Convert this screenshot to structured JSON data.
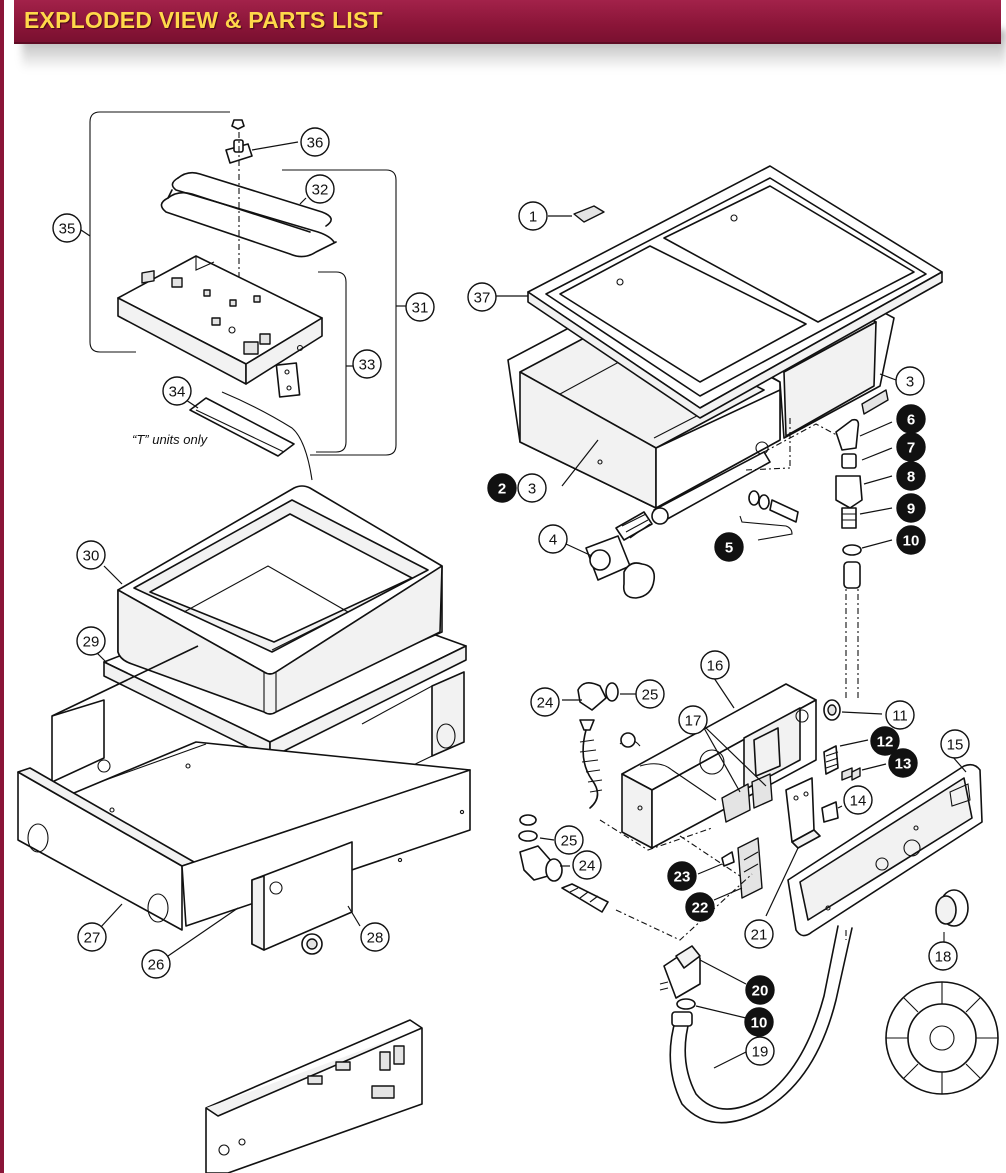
{
  "header": {
    "title": "EXPLODED VIEW & PARTS LIST"
  },
  "colors": {
    "header_bg": "#8a1538",
    "header_text": "#ffd84a",
    "line": "#111111"
  },
  "note_t_units": "“T” units only",
  "callouts": [
    {
      "id": "c1",
      "label": "1",
      "style": "open"
    },
    {
      "id": "c2",
      "label": "2",
      "style": "filled"
    },
    {
      "id": "c3a",
      "label": "3",
      "style": "open"
    },
    {
      "id": "c3b",
      "label": "3",
      "style": "open"
    },
    {
      "id": "c4",
      "label": "4",
      "style": "open"
    },
    {
      "id": "c5",
      "label": "5",
      "style": "filled"
    },
    {
      "id": "c6",
      "label": "6",
      "style": "filled"
    },
    {
      "id": "c7",
      "label": "7",
      "style": "filled"
    },
    {
      "id": "c8",
      "label": "8",
      "style": "filled"
    },
    {
      "id": "c9",
      "label": "9",
      "style": "filled"
    },
    {
      "id": "c10a",
      "label": "10",
      "style": "filled"
    },
    {
      "id": "c10b",
      "label": "10",
      "style": "filled"
    },
    {
      "id": "c11",
      "label": "11",
      "style": "open"
    },
    {
      "id": "c12",
      "label": "12",
      "style": "filled"
    },
    {
      "id": "c13",
      "label": "13",
      "style": "filled"
    },
    {
      "id": "c14",
      "label": "14",
      "style": "open"
    },
    {
      "id": "c15",
      "label": "15",
      "style": "open"
    },
    {
      "id": "c16",
      "label": "16",
      "style": "open"
    },
    {
      "id": "c17",
      "label": "17",
      "style": "open"
    },
    {
      "id": "c18",
      "label": "18",
      "style": "open"
    },
    {
      "id": "c19",
      "label": "19",
      "style": "open"
    },
    {
      "id": "c20",
      "label": "20",
      "style": "filled"
    },
    {
      "id": "c21",
      "label": "21",
      "style": "open"
    },
    {
      "id": "c22",
      "label": "22",
      "style": "filled"
    },
    {
      "id": "c23",
      "label": "23",
      "style": "filled"
    },
    {
      "id": "c24a",
      "label": "24",
      "style": "open"
    },
    {
      "id": "c24b",
      "label": "24",
      "style": "open"
    },
    {
      "id": "c25a",
      "label": "25",
      "style": "open"
    },
    {
      "id": "c25b",
      "label": "25",
      "style": "open"
    },
    {
      "id": "c26",
      "label": "26",
      "style": "open"
    },
    {
      "id": "c27",
      "label": "27",
      "style": "open"
    },
    {
      "id": "c28",
      "label": "28",
      "style": "open"
    },
    {
      "id": "c29",
      "label": "29",
      "style": "open"
    },
    {
      "id": "c30",
      "label": "30",
      "style": "open"
    },
    {
      "id": "c31",
      "label": "31",
      "style": "open"
    },
    {
      "id": "c32",
      "label": "32",
      "style": "open"
    },
    {
      "id": "c33",
      "label": "33",
      "style": "open"
    },
    {
      "id": "c34",
      "label": "34",
      "style": "open"
    },
    {
      "id": "c35",
      "label": "35",
      "style": "open"
    },
    {
      "id": "c36",
      "label": "36",
      "style": "open"
    },
    {
      "id": "c37",
      "label": "37",
      "style": "open"
    }
  ]
}
